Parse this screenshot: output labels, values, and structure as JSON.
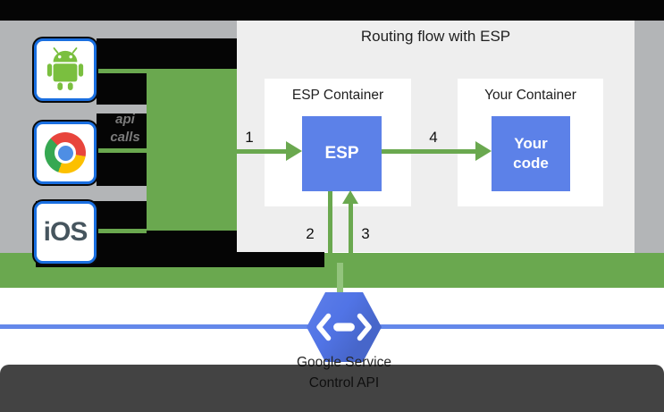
{
  "diagram": {
    "title": "Routing flow with ESP",
    "clients": [
      {
        "id": "android",
        "icon": "android-robot-icon"
      },
      {
        "id": "chrome",
        "icon": "chrome-browser-icon"
      },
      {
        "id": "ios",
        "label": "iOS"
      }
    ],
    "api_calls": {
      "line1": "api",
      "line2": "calls"
    },
    "esp_container": {
      "title": "ESP Container",
      "box_label": "ESP"
    },
    "your_container": {
      "title": "Your Container",
      "box_label_line1": "Your",
      "box_label_line2": "code"
    },
    "arrows": {
      "step1": "1",
      "step2": "2",
      "step3": "3",
      "step4": "4"
    },
    "service": {
      "line1": "Google Service",
      "line2": "Control API",
      "icon": "cloud-endpoints-hexagon-icon"
    },
    "colors": {
      "green": "#6aa84f",
      "light_green": "#93c47d",
      "blue_box": "#5c81e8",
      "hexagon_blue": "#5174e6",
      "line_blue": "#6488ea",
      "gray": "#b3b5b7",
      "panel": "#eeeeee"
    }
  }
}
